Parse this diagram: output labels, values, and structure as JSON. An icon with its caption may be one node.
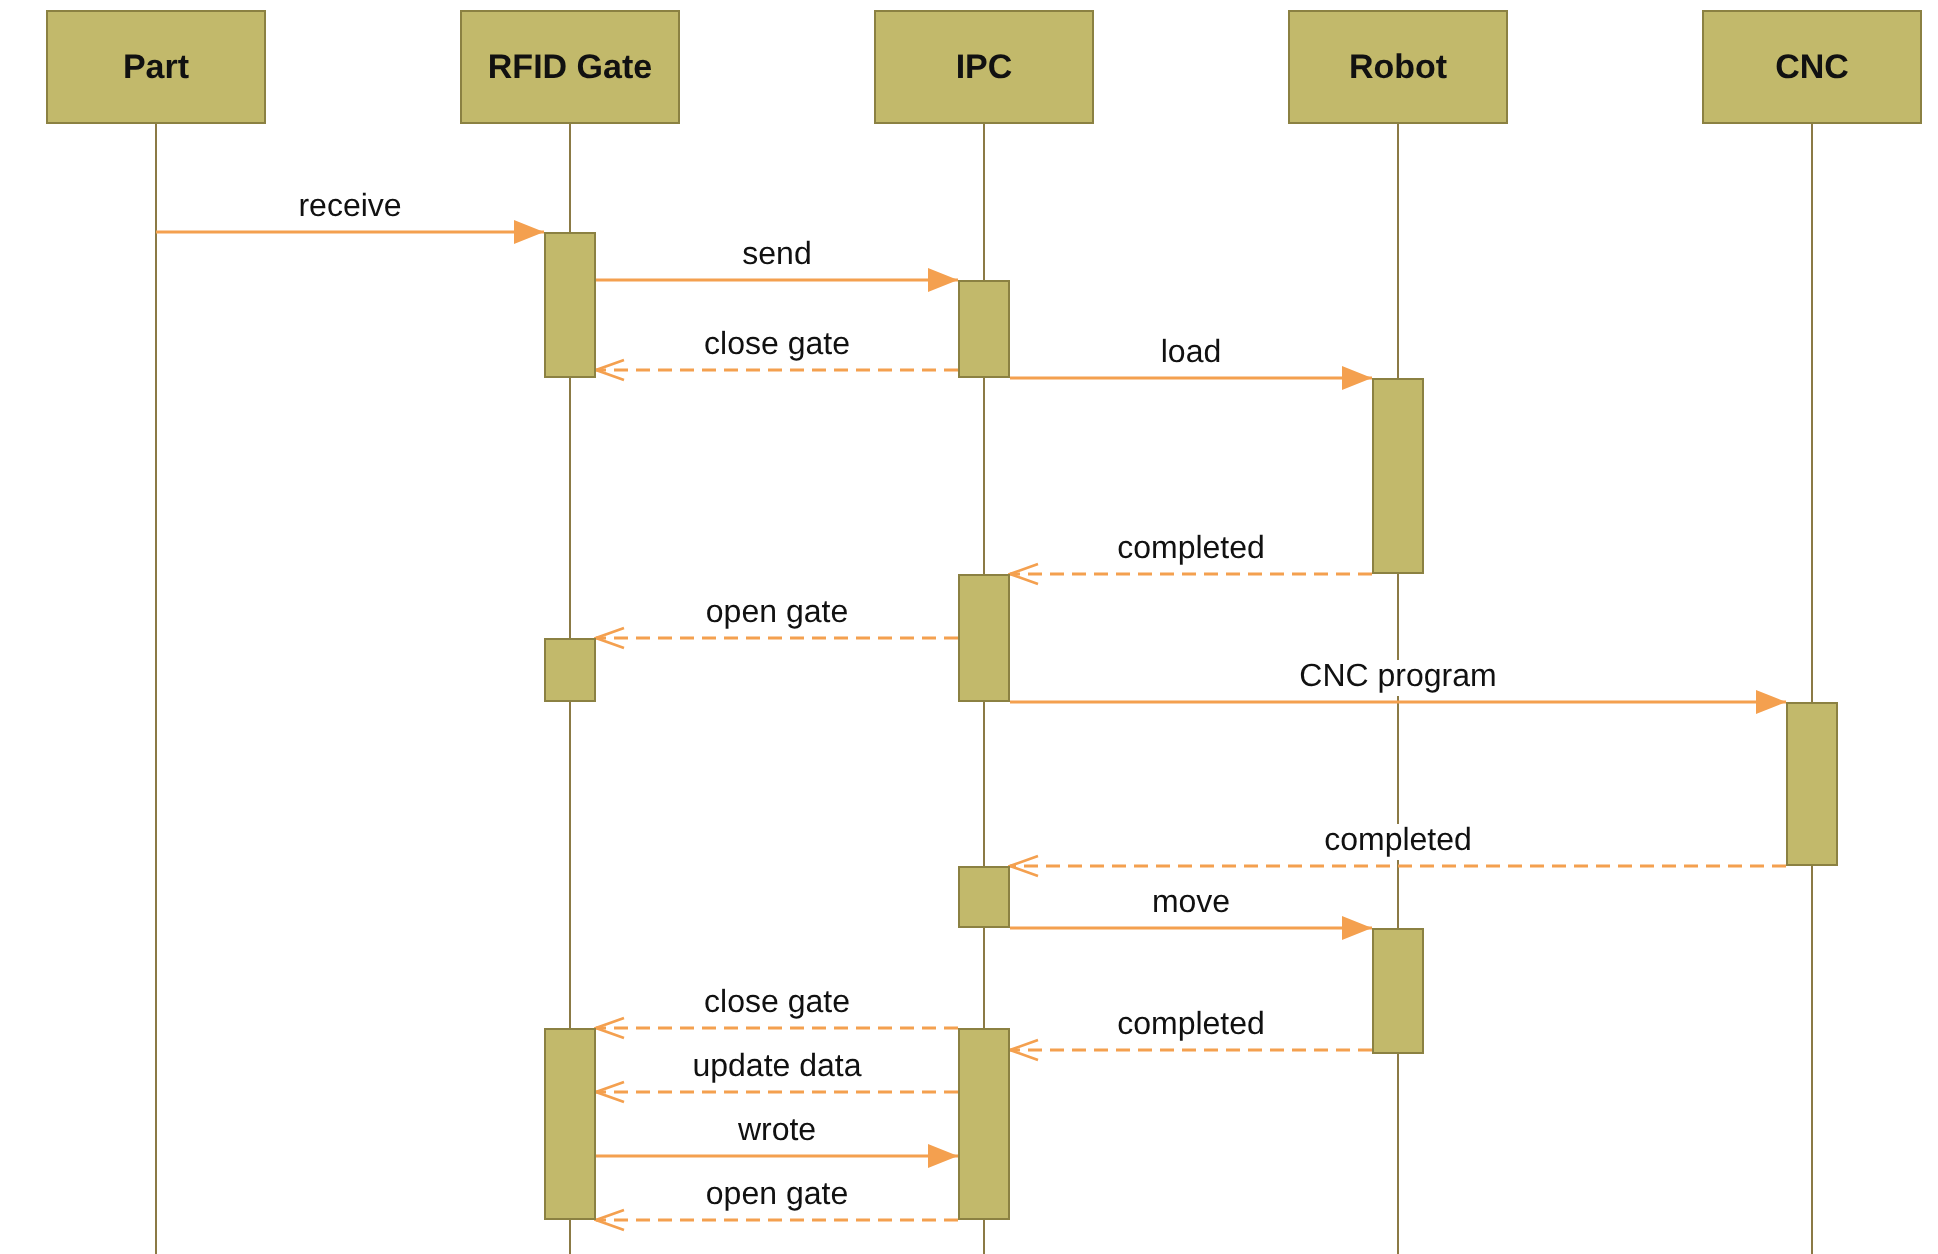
{
  "diagram": {
    "nodes": [
      {
        "text": [
          "Part"
        ]
      },
      {
        "text": [
          "RFID Gate"
        ]
      },
      {
        "text": [
          "IPC"
        ]
      },
      {
        "text": [
          "Robot"
        ]
      },
      {
        "text": [
          "CNC"
        ]
      },
      {
        "text": [],
        "shape": "bar"
      },
      {
        "text": [],
        "shape": "bar"
      },
      {
        "text": [],
        "shape": "bar"
      },
      {
        "text": [],
        "shape": "bar"
      },
      {
        "text": [],
        "shape": "bar"
      },
      {
        "text": [],
        "shape": "bar"
      },
      {
        "text": [],
        "shape": "bar"
      },
      {
        "text": [],
        "shape": "bar"
      },
      {
        "text": [],
        "shape": "bar"
      },
      {
        "text": [],
        "shape": "bar"
      }
    ],
    "edges": [
      {
        "from": 0,
        "to": 5,
        "arrow": "to",
        "label": "receive"
      },
      {
        "from": 5,
        "to": 8,
        "arrow": "to",
        "label": "send"
      },
      {
        "from": 8,
        "to": 5,
        "arrow": "to",
        "label": "close gate",
        "style": "dashed"
      },
      {
        "from": 8,
        "to": 12,
        "arrow": "to",
        "label": "load"
      },
      {
        "from": 12,
        "to": 9,
        "arrow": "to",
        "label": "completed",
        "style": "dashed"
      },
      {
        "from": 9,
        "to": 6,
        "arrow": "to",
        "label": "open gate",
        "style": "dashed"
      },
      {
        "from": 9,
        "to": 14,
        "arrow": "to",
        "label": "CNC program"
      },
      {
        "from": 14,
        "to": 10,
        "arrow": "to",
        "label": "completed",
        "style": "dashed"
      },
      {
        "from": 10,
        "to": 13,
        "arrow": "to",
        "label": "move"
      },
      {
        "from": 11,
        "to": 7,
        "arrow": "to",
        "label": "close gate",
        "style": "dashed"
      },
      {
        "from": 13,
        "to": 11,
        "arrow": "to",
        "label": "completed",
        "style": "dashed"
      },
      {
        "from": 11,
        "to": 7,
        "arrow": "to",
        "label": "update data",
        "style": "dashed"
      },
      {
        "from": 7,
        "to": 11,
        "arrow": "to",
        "label": "wrote"
      },
      {
        "from": 11,
        "to": 7,
        "arrow": "to",
        "label": "open gate",
        "style": "dashed"
      }
    ]
  }
}
